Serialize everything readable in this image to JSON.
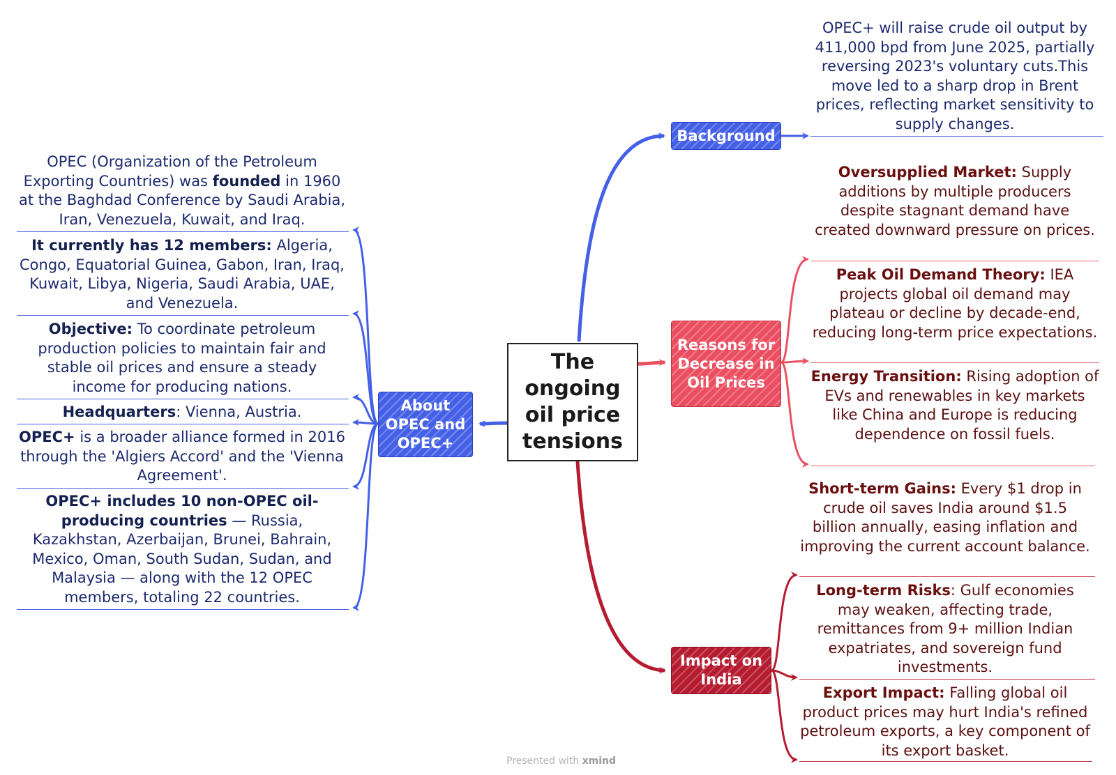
{
  "central": {
    "title": "The ongoing oil price tensions"
  },
  "topics": {
    "background": "Background",
    "reasons": "Reasons for Decrease in Oil Prices",
    "impact": "Impact on India",
    "about": "About OPEC and OPEC+"
  },
  "background_note": "OPEC+ will raise crude oil output by 411,000 bpd from June 2025, partially reversing 2023's voluntary cuts.This move led to a sharp drop in Brent prices, reflecting market sensitivity to supply changes.",
  "reasons_notes": [
    {
      "label": "Oversupplied Market:",
      "text": " Supply additions by multiple producers despite stagnant demand have created downward pressure on prices."
    },
    {
      "label": "Peak Oil Demand Theory:",
      "text": " IEA projects global oil demand may plateau or decline by decade-end, reducing long-term price expectations."
    },
    {
      "label": "Energy Transition:",
      "text": " Rising adoption of EVs and renewables in key markets like China and Europe is reducing dependence on fossil fuels."
    }
  ],
  "impact_notes": [
    {
      "label": "Short-term Gains:",
      "text": " Every $1 drop in crude oil saves India around $1.5 billion annually, easing inflation and improving the current account balance."
    },
    {
      "label": "Long-term Risks",
      "text": ": Gulf economies may weaken, affecting trade, remittances from 9+ million Indian expatriates, and sovereign fund investments."
    },
    {
      "label": "Export Impact:",
      "text": " Falling global oil product prices may hurt India's refined petroleum exports, a key component of its export basket."
    }
  ],
  "about_notes": [
    {
      "pre": "OPEC (Organization of the Petroleum Exporting Countries) was ",
      "label": "founded",
      "text": " in 1960 at the Baghdad Conference by Saudi Arabia, Iran, Venezuela, Kuwait, and Iraq."
    },
    {
      "pre": "",
      "label": "It currently has 12 members:",
      "text": " Algeria, Congo, Equatorial Guinea, Gabon, Iran, Iraq, Kuwait, Libya, Nigeria, Saudi Arabia, UAE, and Venezuela."
    },
    {
      "pre": "",
      "label": "Objective:",
      "text": " To coordinate petroleum production policies to maintain fair and stable oil prices and ensure a steady income for producing nations."
    },
    {
      "pre": "",
      "label": "Headquarters",
      "text": ": Vienna, Austria."
    },
    {
      "pre": "",
      "label": "OPEC+",
      "text": " is a broader alliance formed in 2016 through the 'Algiers Accord' and the 'Vienna Agreement'."
    },
    {
      "pre": "",
      "label": "OPEC+ includes 10 non-OPEC oil-producing countries",
      "text": " — Russia, Kazakhstan, Azerbaijan, Brunei, Bahrain, Mexico, Oman, South Sudan, Sudan, and Malaysia — along with the 12 OPEC members, totaling 22 countries."
    }
  ],
  "footer": {
    "prefix": "Presented with ",
    "brand": "xmind"
  },
  "colors": {
    "blue": "#4460e6",
    "pink": "#ea4e60",
    "red": "#b51c30"
  }
}
